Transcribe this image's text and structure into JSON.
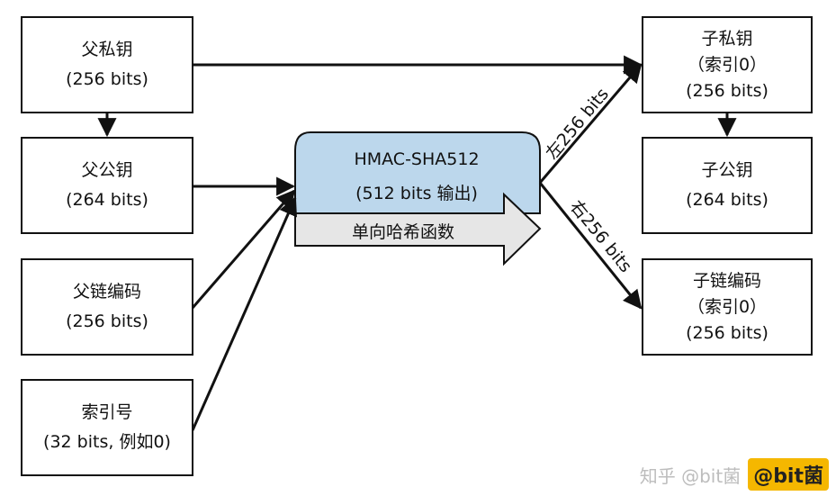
{
  "parent_private_key": {
    "title": "父私钥",
    "bits": "(256 bits)"
  },
  "parent_public_key": {
    "title": "父公钥",
    "bits": "(264 bits)"
  },
  "parent_chain_code": {
    "title": "父链编码",
    "bits": "(256 bits)"
  },
  "index_number": {
    "title": "索引号",
    "bits": "(32 bits, 例如0)"
  },
  "hmac": {
    "title": "HMAC-SHA512",
    "output": "(512 bits 输出)",
    "arrow_label": "单向哈希函数"
  },
  "child_private_key": {
    "title": "子私钥",
    "index": "（索引0）",
    "bits": "(256 bits)"
  },
  "child_public_key": {
    "title": "子公钥",
    "bits": "(264 bits)"
  },
  "child_chain_code": {
    "title": "子链编码",
    "index": "（索引0）",
    "bits": "(256 bits)"
  },
  "edges": {
    "left_label": "左256 bits",
    "right_label": "右256 bits"
  },
  "watermark": {
    "text": "知乎 @bit菌",
    "logo": "@bit菌"
  },
  "colors": {
    "hmac_fill": "#bcd7ec",
    "arrow_fill": "#e6e6e6",
    "line": "#111111"
  }
}
